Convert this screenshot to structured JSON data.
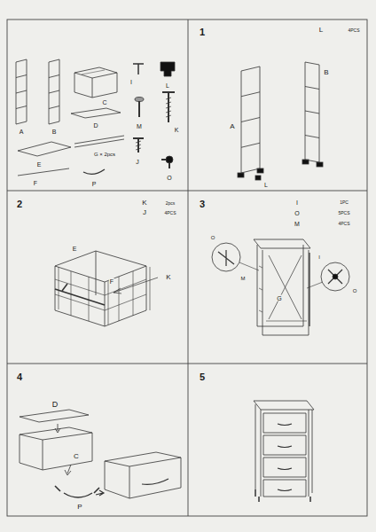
{
  "diagram": {
    "labels": [
      "A",
      "B",
      "C",
      "D",
      "E",
      "G × 2pcs",
      "F",
      "P",
      "I",
      "L",
      "M",
      "K",
      "J",
      "O",
      "1",
      "L",
      "4PCS",
      "A",
      "B",
      "L",
      "2",
      "K",
      "2pcs",
      "J",
      "4PCS",
      "E",
      "F",
      "K",
      "3",
      "I",
      "1PC",
      "O",
      "5PCS",
      "M",
      "4PCS",
      "O",
      "M",
      "G",
      "I",
      "O",
      "4",
      "D",
      "C",
      "P",
      "5"
    ]
  }
}
